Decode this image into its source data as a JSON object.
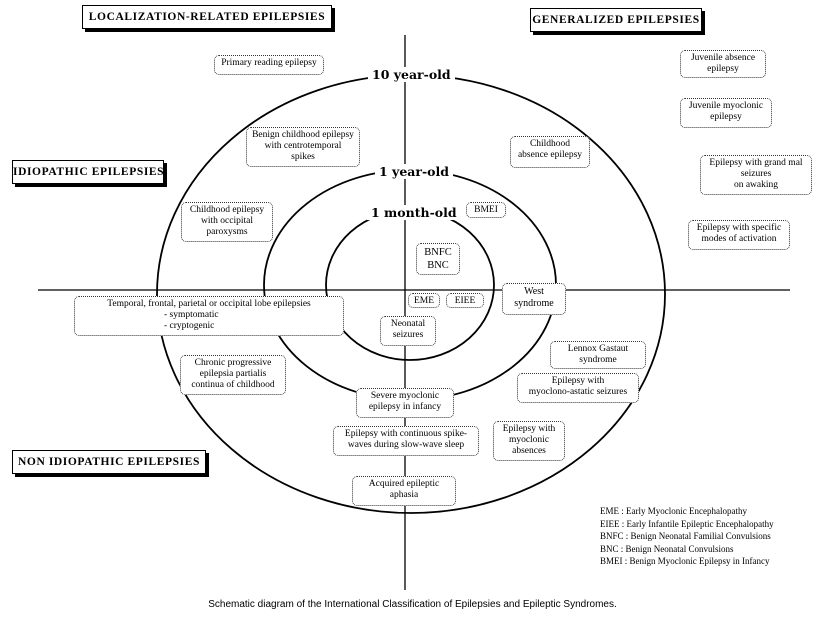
{
  "corners": {
    "localization": "LOCALIZATION-RELATED EPILEPSIES",
    "generalized": "GENERALIZED EPILEPSIES",
    "idiopathic": "IDIOPATHIC EPILEPSIES",
    "non_idiopathic": "NON IDIOPATHIC EPILEPSIES"
  },
  "ages": {
    "ten_year": "10 year-old",
    "one_year": "1 year-old",
    "one_month": "1 month-old"
  },
  "syndromes": {
    "primary_reading": "Primary reading epilepsy",
    "benign_childhood": "Benign childhood epilepsy\nwith centrotemporal\nspikes",
    "childhood_occipital": "Childhood epilepsy\nwith occipital\nparoxysms",
    "childhood_absence": "Childhood\nabsence epilepsy",
    "juvenile_absence": "Juvenile absence\nepilepsy",
    "juvenile_myoclonic": "Juvenile myoclonic\nepilepsy",
    "grand_mal": "Epilepsy with grand mal\nseizures\non awaking",
    "specific_modes": "Epilepsy with specific\nmodes of activation",
    "bmei": "BMEI",
    "bnfc_bnc": "BNFC\nBNC",
    "eme": "EME",
    "eiee": "EIEE",
    "west": "West\nsyndrome",
    "neonatal": "Neonatal\nseizures",
    "temporal_title": "Temporal, frontal, parietal or occipital lobe epilepsies",
    "temporal_sub": "- symptomatic\n- cryptogenic",
    "chronic_progressive": "Chronic progressive\nepilepsia partialis\ncontinua of childhood",
    "lennox": "Lennox Gastaut\nsyndrome",
    "myoclono_astatic": "Epilepsy with\nmyoclono-astatic seizures",
    "severe_myoclonic": "Severe myoclonic\nepilepsy in infancy",
    "continuous_spike": "Epilepsy with continuous spike-\nwaves during slow-wave sleep",
    "myoclonic_absences": "Epilepsy with\nmyoclonic\nabsences",
    "acquired_aphasia": "Acquired epileptic\naphasia"
  },
  "legend": [
    "EME : Early Myoclonic Encephalopathy",
    "EIEE : Early Infantile Epileptic Encephalopathy",
    "BNFC : Benign Neonatal Familial Convulsions",
    "BNC : Benign Neonatal Convulsions",
    "BMEI : Benign Myoclonic Epilepsy in Infancy"
  ],
  "caption": "Schematic diagram of the International Classification of Epilepsies and Epileptic Syndromes."
}
